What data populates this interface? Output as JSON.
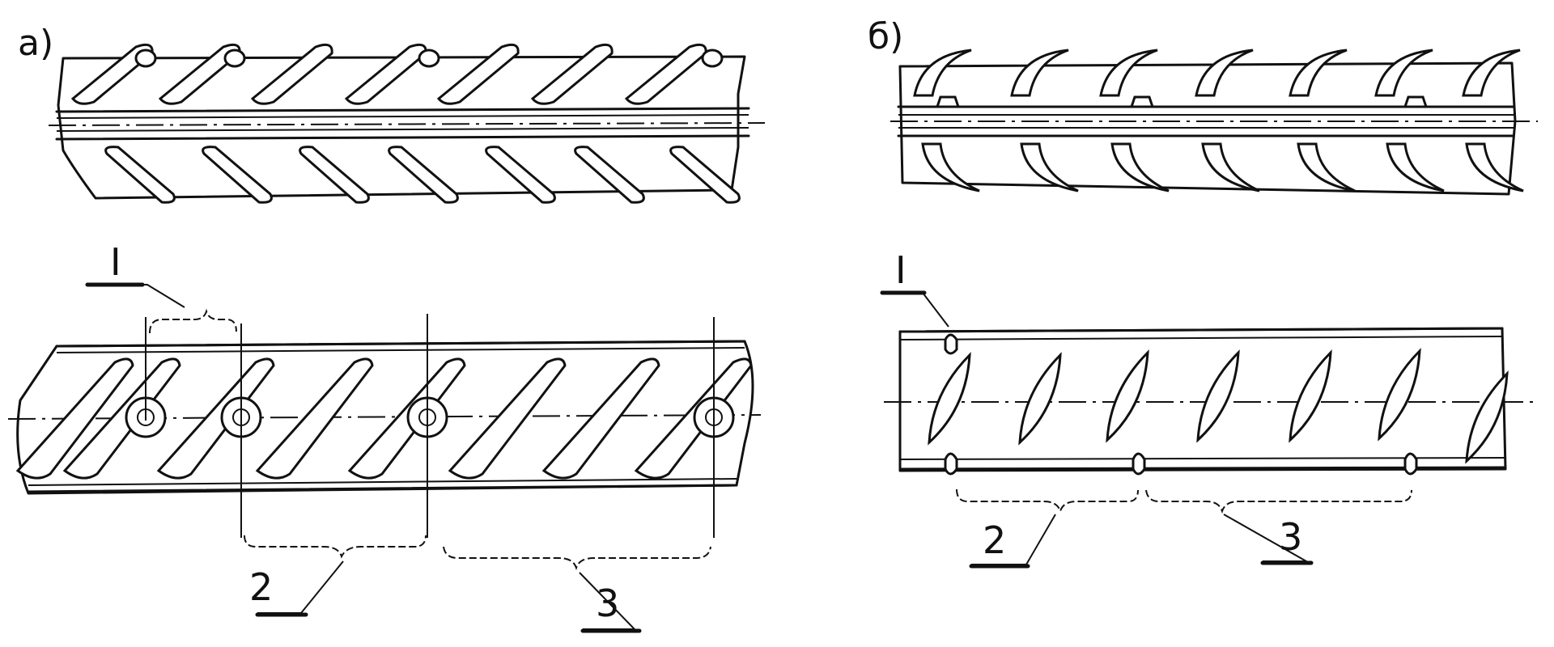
{
  "panels": {
    "a": {
      "letter": "а)"
    },
    "b": {
      "letter": "б)"
    }
  },
  "labels": {
    "a_section": "I",
    "a_two": "2",
    "a_three": "3",
    "b_section": "I",
    "b_two": "2",
    "b_three": "3"
  }
}
